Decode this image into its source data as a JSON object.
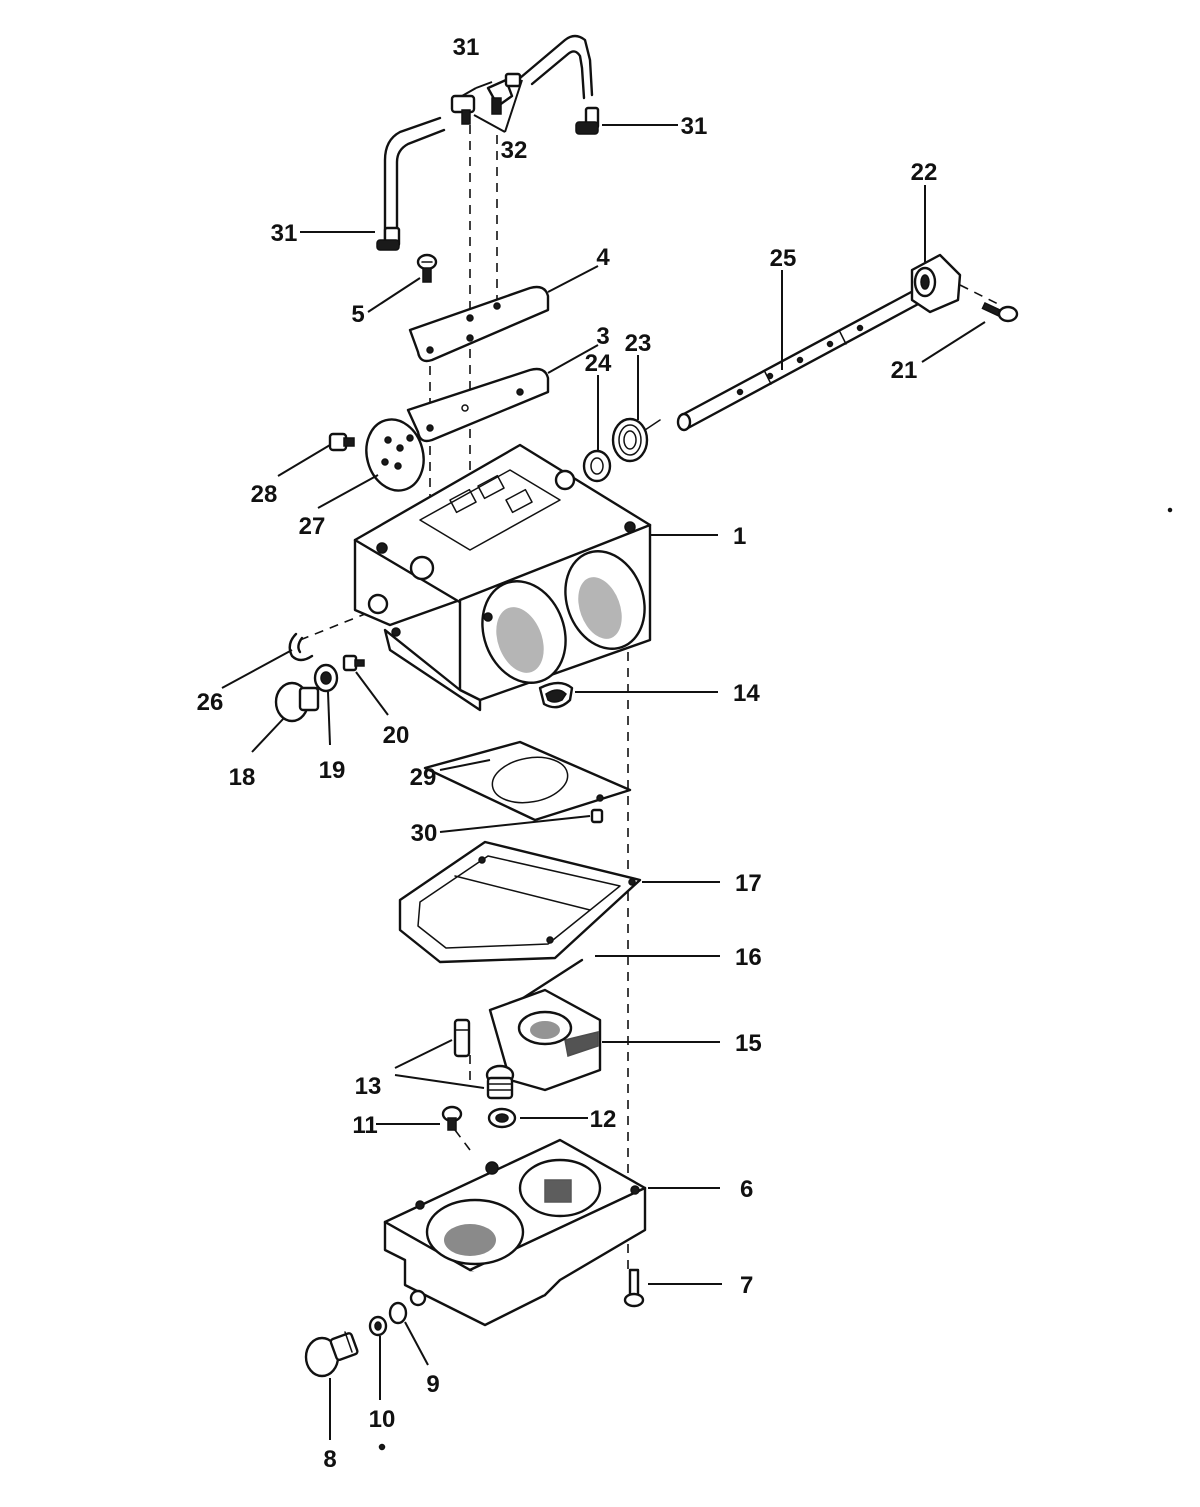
{
  "callouts": [
    {
      "id": "1",
      "text": "1"
    },
    {
      "id": "3",
      "text": "3"
    },
    {
      "id": "4",
      "text": "4"
    },
    {
      "id": "5",
      "text": "5"
    },
    {
      "id": "6",
      "text": "6"
    },
    {
      "id": "7",
      "text": "7"
    },
    {
      "id": "8",
      "text": "8"
    },
    {
      "id": "9",
      "text": "9"
    },
    {
      "id": "10",
      "text": "10"
    },
    {
      "id": "11",
      "text": "11"
    },
    {
      "id": "12",
      "text": "12"
    },
    {
      "id": "13",
      "text": "13"
    },
    {
      "id": "14",
      "text": "14"
    },
    {
      "id": "15",
      "text": "15"
    },
    {
      "id": "16",
      "text": "16"
    },
    {
      "id": "17",
      "text": "17"
    },
    {
      "id": "18",
      "text": "18"
    },
    {
      "id": "19",
      "text": "19"
    },
    {
      "id": "20",
      "text": "20"
    },
    {
      "id": "21",
      "text": "21"
    },
    {
      "id": "22",
      "text": "22"
    },
    {
      "id": "23",
      "text": "23"
    },
    {
      "id": "24",
      "text": "24"
    },
    {
      "id": "25",
      "text": "25"
    },
    {
      "id": "26",
      "text": "26"
    },
    {
      "id": "27",
      "text": "27"
    },
    {
      "id": "28",
      "text": "28"
    },
    {
      "id": "29",
      "text": "29"
    },
    {
      "id": "30",
      "text": "30"
    },
    {
      "id": "31a",
      "text": "31"
    },
    {
      "id": "31b",
      "text": "31"
    },
    {
      "id": "31c",
      "text": "31"
    },
    {
      "id": "32",
      "text": "32"
    }
  ]
}
